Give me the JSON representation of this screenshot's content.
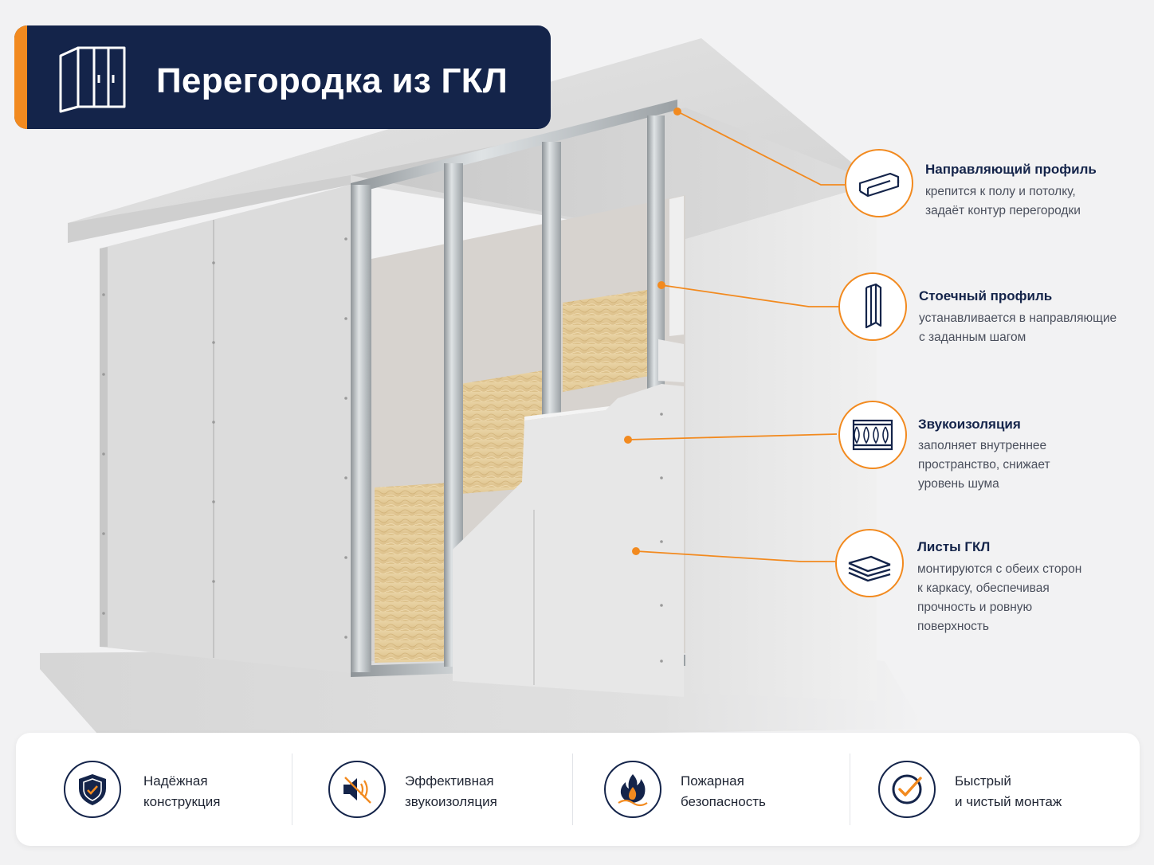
{
  "title": "Перегородка из ГКЛ",
  "colors": {
    "navy": "#14244a",
    "orange": "#f28a1f",
    "background": "#f2f2f3"
  },
  "callouts": [
    {
      "icon": "guide-profile-icon",
      "heading": "Направляющий профиль",
      "lines": [
        "крепится к полу и потолку,",
        "задаёт контур перегородки"
      ]
    },
    {
      "icon": "stud-profile-icon",
      "heading": "Стоечный профиль",
      "lines": [
        "устанавливается в направляющие",
        "с заданным шагом"
      ]
    },
    {
      "icon": "insulation-icon",
      "heading": "Звукоизоляция",
      "lines": [
        "заполняет внутреннее",
        "пространство, снижает",
        "уровень шума"
      ]
    },
    {
      "icon": "sheets-stack-icon",
      "heading": "Листы ГКЛ",
      "lines": [
        "монтируются с обеих сторон",
        "к каркасу, обеспечивая",
        "прочность и ровную",
        "поверхность"
      ]
    }
  ],
  "features": [
    {
      "icon": "shield-icon",
      "lines": [
        "Надёжная",
        "конструкция"
      ]
    },
    {
      "icon": "speaker-mute-icon",
      "lines": [
        "Эффективная",
        "звукоизоляция"
      ]
    },
    {
      "icon": "fire-icon",
      "lines": [
        "Пожарная",
        "безопасность"
      ]
    },
    {
      "icon": "check-icon",
      "lines": [
        "Быстрый",
        "и чистый монтаж"
      ]
    }
  ]
}
